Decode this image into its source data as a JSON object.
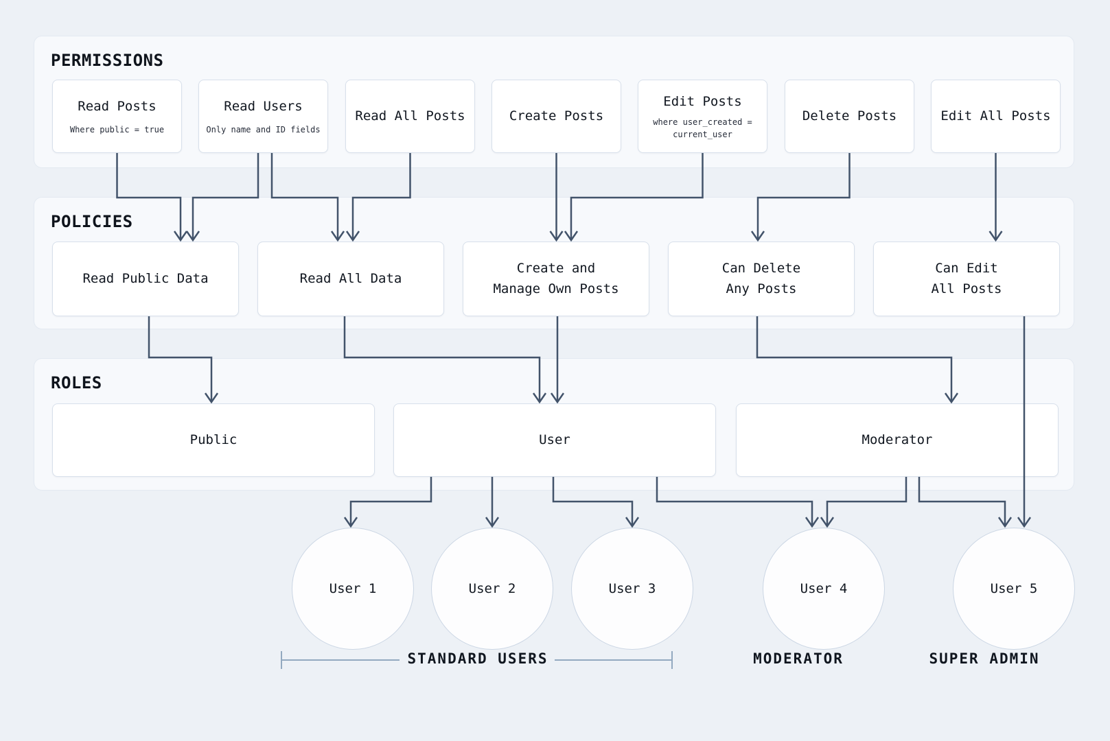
{
  "colors": {
    "arrow": "#42536a",
    "page_background": "#edf1f6",
    "panel_background": "#f7f9fc",
    "node_background": "#ffffff",
    "bracket": "#93a9c0"
  },
  "sections": {
    "permissions": {
      "title": "PERMISSIONS",
      "boxes": [
        {
          "id": "read-posts",
          "label": "Read Posts",
          "sub": "Where public = true"
        },
        {
          "id": "read-users",
          "label": "Read Users",
          "sub": "Only name and ID fields"
        },
        {
          "id": "read-all-posts",
          "label": "Read All Posts"
        },
        {
          "id": "create-posts",
          "label": "Create Posts"
        },
        {
          "id": "edit-posts",
          "label": "Edit Posts",
          "sub": "where user_created =\ncurrent_user"
        },
        {
          "id": "delete-posts",
          "label": "Delete Posts"
        },
        {
          "id": "edit-all-posts",
          "label": "Edit All Posts"
        }
      ]
    },
    "policies": {
      "title": "POLICIES",
      "boxes": [
        {
          "id": "read-public-data",
          "label": "Read Public Data"
        },
        {
          "id": "read-all-data",
          "label": "Read All Data"
        },
        {
          "id": "create-manage-own-posts",
          "label": "Create and\nManage Own Posts"
        },
        {
          "id": "can-delete-any-posts",
          "label": "Can Delete\nAny Posts"
        },
        {
          "id": "can-edit-all-posts",
          "label": "Can Edit\nAll Posts"
        }
      ]
    },
    "roles": {
      "title": "ROLES",
      "boxes": [
        {
          "id": "public",
          "label": "Public"
        },
        {
          "id": "user",
          "label": "User"
        },
        {
          "id": "moderator",
          "label": "Moderator"
        }
      ]
    }
  },
  "users": [
    {
      "id": "user-1",
      "label": "User 1"
    },
    {
      "id": "user-2",
      "label": "User 2"
    },
    {
      "id": "user-3",
      "label": "User 3"
    },
    {
      "id": "user-4",
      "label": "User 4"
    },
    {
      "id": "user-5",
      "label": "User 5"
    }
  ],
  "groups": [
    {
      "label": "STANDARD USERS"
    },
    {
      "label": "MODERATOR"
    },
    {
      "label": "SUPER ADMIN"
    }
  ],
  "edges": [
    {
      "from": "read-posts",
      "to": "read-public-data"
    },
    {
      "from": "read-users",
      "to": "read-public-data"
    },
    {
      "from": "read-users",
      "to": "read-all-data"
    },
    {
      "from": "read-all-posts",
      "to": "read-all-data"
    },
    {
      "from": "create-posts",
      "to": "create-manage-own-posts"
    },
    {
      "from": "edit-posts",
      "to": "create-manage-own-posts"
    },
    {
      "from": "delete-posts",
      "to": "can-delete-any-posts"
    },
    {
      "from": "edit-all-posts",
      "to": "can-edit-all-posts"
    },
    {
      "from": "read-public-data",
      "to": "public"
    },
    {
      "from": "read-all-data",
      "to": "user"
    },
    {
      "from": "create-manage-own-posts",
      "to": "user"
    },
    {
      "from": "can-delete-any-posts",
      "to": "moderator"
    },
    {
      "from": "can-edit-all-posts",
      "to": "user-5"
    },
    {
      "from": "user",
      "to": "user-1"
    },
    {
      "from": "user",
      "to": "user-2"
    },
    {
      "from": "user",
      "to": "user-3"
    },
    {
      "from": "user",
      "to": "user-4"
    },
    {
      "from": "moderator",
      "to": "user-4"
    },
    {
      "from": "moderator",
      "to": "user-5"
    }
  ]
}
